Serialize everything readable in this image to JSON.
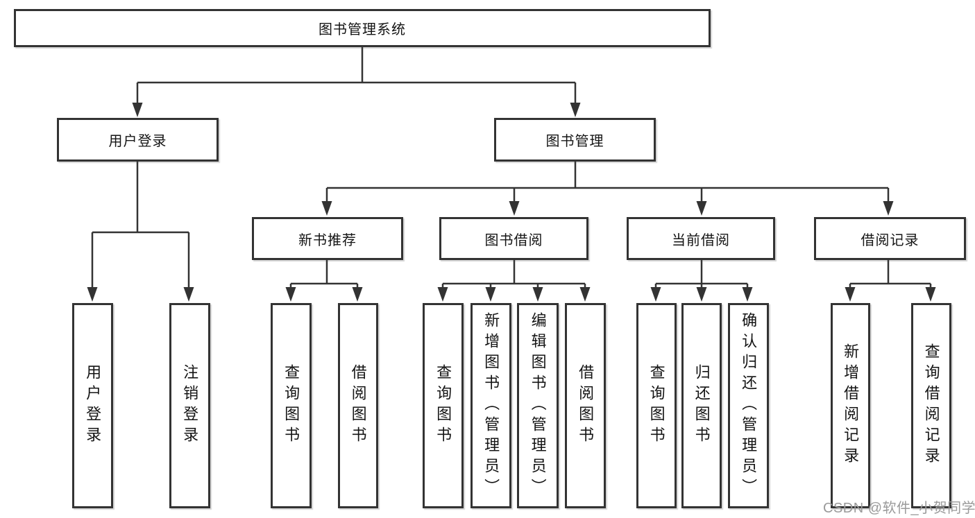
{
  "colors": {
    "line": "#333333",
    "box_border": "#333333",
    "box_fill": "#ffffff",
    "text": "#141414",
    "watermark": "#9a9a9a",
    "background": "#ffffff"
  },
  "watermark": {
    "text": "CSDN @软件_小贺同学"
  },
  "tree": {
    "root": {
      "label": "图书管理系统"
    },
    "branches": [
      {
        "label": "用户登录",
        "children": [
          {
            "label": "用户登录"
          },
          {
            "label": "注销登录"
          }
        ]
      },
      {
        "label": "图书管理",
        "children": [
          {
            "label": "新书推荐",
            "children": [
              {
                "label": "查询图书"
              },
              {
                "label": "借阅图书"
              }
            ]
          },
          {
            "label": "图书借阅",
            "children": [
              {
                "label": "查询图书"
              },
              {
                "label": "新增图书（管理员）"
              },
              {
                "label": "编辑图书（管理员）"
              },
              {
                "label": "借阅图书"
              }
            ]
          },
          {
            "label": "当前借阅",
            "children": [
              {
                "label": "查询图书"
              },
              {
                "label": "归还图书"
              },
              {
                "label": "确认归还（管理员）"
              }
            ]
          },
          {
            "label": "借阅记录",
            "children": [
              {
                "label": "新增借阅记录"
              },
              {
                "label": "查询借阅记录"
              }
            ]
          }
        ]
      }
    ]
  }
}
